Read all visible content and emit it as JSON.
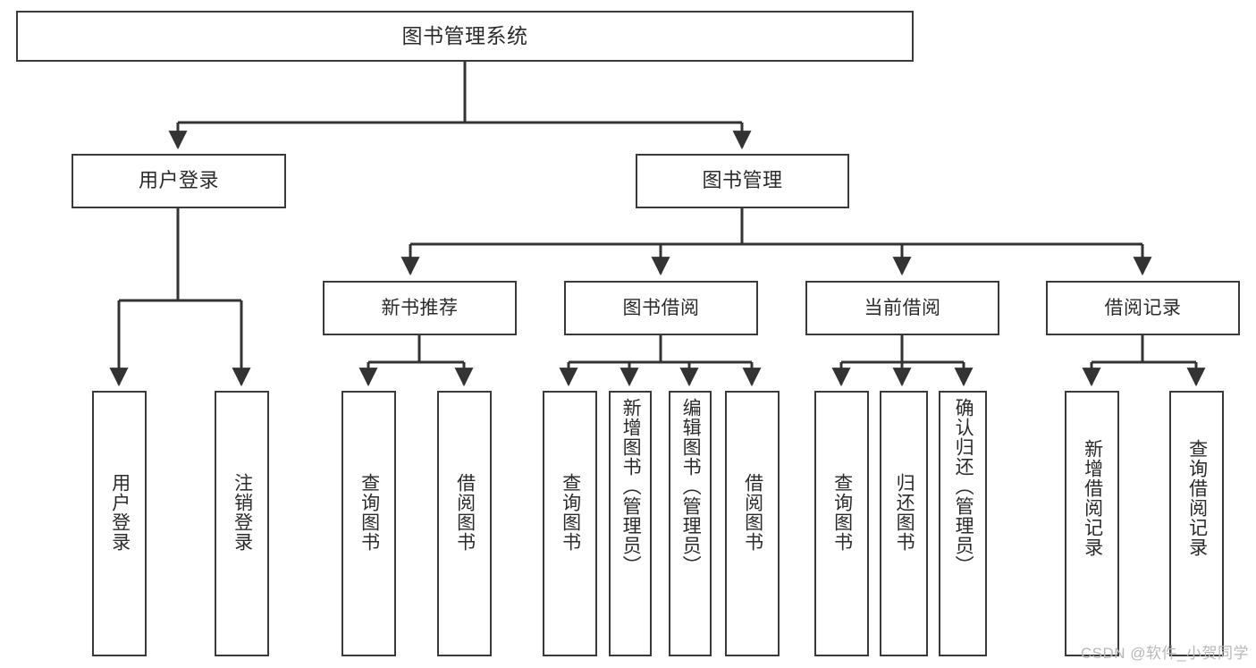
{
  "diagram": {
    "title": "图书管理系统",
    "type": "tree-hierarchy-diagram",
    "watermark": "CSDN @软件_小贺同学",
    "colors": {
      "background": "#ffffff",
      "box_border": "#3a3a3a",
      "box_fill": "#ffffff",
      "text": "#2b2b2b",
      "edge": "#333333",
      "watermark": "#b8b8b8"
    },
    "root": {
      "label": "图书管理系统"
    },
    "level1": [
      {
        "label": "用户登录"
      },
      {
        "label": "图书管理"
      }
    ],
    "level2": [
      {
        "label": "新书推荐"
      },
      {
        "label": "图书借阅"
      },
      {
        "label": "当前借阅"
      },
      {
        "label": "借阅记录"
      }
    ],
    "leaves": {
      "user_login": [
        {
          "label": "用户登录"
        },
        {
          "label": "注销登录"
        }
      ],
      "new_book_recommend": [
        {
          "label": "查询图书"
        },
        {
          "label": "借阅图书"
        }
      ],
      "book_borrow": [
        {
          "label": "查询图书"
        },
        {
          "label": "新增图书（管理员）"
        },
        {
          "label": "编辑图书（管理员）"
        },
        {
          "label": "借阅图书"
        }
      ],
      "current_borrow": [
        {
          "label": "查询图书"
        },
        {
          "label": "归还图书"
        },
        {
          "label": "确认归还（管理员）"
        }
      ],
      "borrow_records": [
        {
          "label": "新增借阅记录"
        },
        {
          "label": "查询借阅记录"
        }
      ]
    }
  }
}
